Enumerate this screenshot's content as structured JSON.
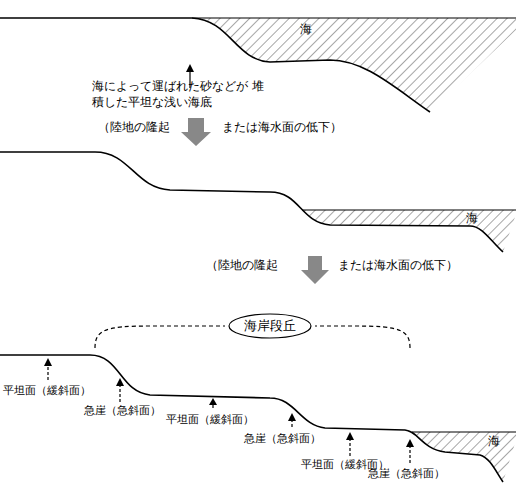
{
  "diagram": {
    "nodes": [
      {
        "text": [
          "海岸段丘"
        ]
      }
    ],
    "labels": [
      "海",
      "海によって運ばれた砂などが 堆積した平坦な浅い海底",
      "（陸地の隆起",
      "または海水面の低下）",
      "海",
      "（陸地の隆起",
      "または海水面の低下）",
      "平坦面（緩斜面）",
      "急崖（急斜面）",
      "平坦面（緩斜面）",
      "急崖（急斜面）",
      "平坦面（緩斜面）",
      "急崖（急斜面）",
      "海"
    ]
  }
}
